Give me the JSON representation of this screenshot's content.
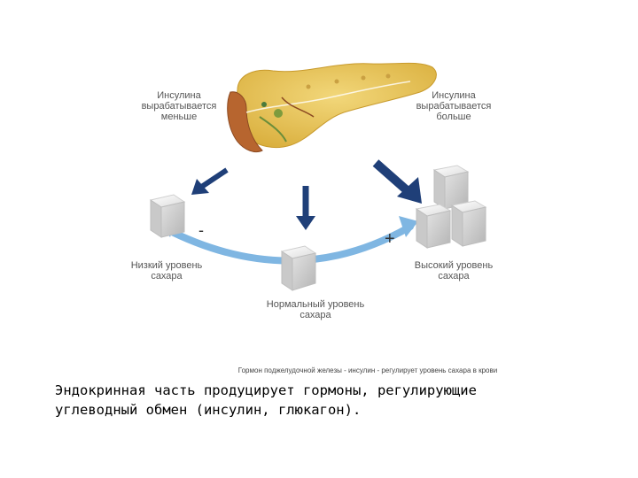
{
  "diagram": {
    "labels": {
      "less_insulin": [
        "Инсулина",
        "вырабатывается",
        "меньше"
      ],
      "more_insulin": [
        "Инсулина",
        "вырабатывается",
        "больше"
      ],
      "low_sugar": [
        "Низкий уровень",
        "сахара"
      ],
      "normal_sugar": [
        "Нормальный уровень",
        "сахара"
      ],
      "high_sugar": [
        "Высокий уровень",
        "сахара"
      ],
      "minus_sign": "-",
      "plus_sign": "+"
    },
    "caption": "Гормон поджелудочной железы - инсулин - регулирует уровень сахара в крови"
  },
  "text": {
    "line1": "Эндокринная часть продуцирует гормоны, регулирующие",
    "line2": "углеводный обмен (инсулин, глюкагон)."
  },
  "colors": {
    "arrow_dark": "#1f3f78",
    "arc_blue": "#7fb6e2",
    "pancreas": "#e6c65a",
    "sugar": "#eeeeee"
  }
}
